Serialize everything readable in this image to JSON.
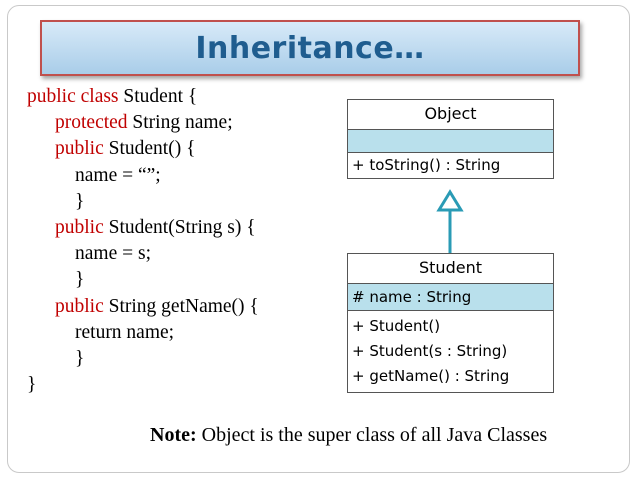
{
  "slide": {
    "title": "Inheritance…",
    "code": {
      "l1_kw": "public class",
      "l1_rest": " Student {",
      "l2_kw": "protected",
      "l2_rest": " String name;",
      "l3_kw": "public",
      "l3_rest": " Student() {",
      "l4": "name = “”;",
      "l5": "}",
      "l6_kw": "public",
      "l6_rest": " Student(String s) {",
      "l7": "name = s;",
      "l8": "}",
      "l9_kw": "public",
      "l9_rest": " String getName() {",
      "l10": "return name;",
      "l11": "}",
      "l12": "}"
    },
    "uml": {
      "object_name": "Object",
      "object_method": "+ toString() : String",
      "student_name": "Student",
      "student_attr": "# name : String",
      "student_methods": [
        "+ Student()",
        "+ Student(s : String)",
        "+ getName() : String"
      ]
    },
    "note_label": "Note:",
    "note_text": " Object is the super class of all Java Classes"
  },
  "colors": {
    "keyword": "#c00000",
    "title_text": "#1f5d8f",
    "title_border": "#c0504d",
    "uml_highlight": "#b9e0ec",
    "arrow": "#2a9bb5"
  }
}
